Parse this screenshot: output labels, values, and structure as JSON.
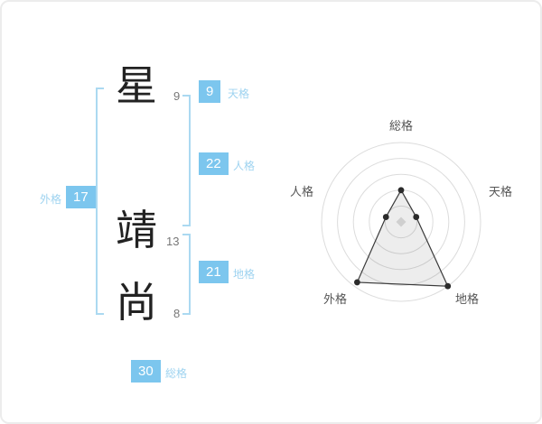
{
  "page": {
    "accent": "#7cc6ee",
    "accent_light": "#a9d8f0",
    "label_blue": "#9ed3f0"
  },
  "name_analysis": {
    "characters": [
      {
        "char": "星",
        "strokes": "9"
      },
      {
        "char": "靖",
        "strokes": "13"
      },
      {
        "char": "尚",
        "strokes": "8"
      }
    ],
    "categories": {
      "tenkaku": {
        "label": "天格",
        "value": "9"
      },
      "jinkaku": {
        "label": "人格",
        "value": "22"
      },
      "chikaku": {
        "label": "地格",
        "value": "21"
      },
      "gaikaku": {
        "label": "外格",
        "value": "17"
      },
      "soukaku": {
        "label": "総格",
        "value": "30"
      }
    }
  },
  "chart_data": {
    "type": "radar",
    "title": "",
    "axes": [
      "総格",
      "天格",
      "地格",
      "外格",
      "人格"
    ],
    "values": [
      2,
      1,
      5,
      4.7,
      1
    ],
    "max": 5,
    "rings": 5,
    "legend": "none",
    "grid": "concentric-circles",
    "center_marker": "diamond",
    "polygon_fill": "rgba(0,0,0,0.07)",
    "polygon_stroke": "#3a3a3a",
    "dot_color": "#2b2b2b",
    "ring_color": "#dcdcdc",
    "label_color": "#555555"
  }
}
